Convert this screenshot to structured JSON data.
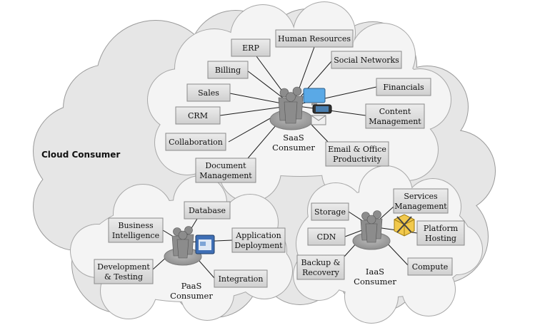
{
  "diagram": {
    "main_label": "Cloud Consumer",
    "colors": {
      "cloud_fill": "#e6e6e6",
      "cloud_stroke": "#9a9a9a",
      "inner_cloud_fill": "#f4f4f4",
      "box_fill": "#dcdcdc",
      "box_stroke": "#8a8a8a",
      "person_fill": "#8c8c8c"
    },
    "saas": {
      "consumer_line1": "SaaS",
      "consumer_line2": "Consumer",
      "services": {
        "erp": "ERP",
        "human_resources": "Human Resources",
        "billing": "Billing",
        "social_networks": "Social Networks",
        "sales": "Sales",
        "financials": "Financials",
        "crm": "CRM",
        "content_management_1": "Content",
        "content_management_2": "Management",
        "collaboration": "Collaboration",
        "email_office_1": "Email & Office",
        "email_office_2": "Productivity",
        "document_management_1": "Document",
        "document_management_2": "Management"
      }
    },
    "paas": {
      "consumer_line1": "PaaS",
      "consumer_line2": "Consumer",
      "services": {
        "database": "Database",
        "business_intelligence_1": "Business",
        "business_intelligence_2": "Intelligence",
        "application_deployment_1": "Application",
        "application_deployment_2": "Deployment",
        "development_testing_1": "Development",
        "development_testing_2": "& Testing",
        "integration": "Integration"
      }
    },
    "iaas": {
      "consumer_line1": "IaaS",
      "consumer_line2": "Consumer",
      "services": {
        "storage": "Storage",
        "services_management_1": "Services",
        "services_management_2": "Management",
        "cdn": "CDN",
        "platform_hosting_1": "Platform",
        "platform_hosting_2": "Hosting",
        "backup_recovery_1": "Backup &",
        "backup_recovery_2": "Recovery",
        "compute": "Compute"
      }
    }
  }
}
